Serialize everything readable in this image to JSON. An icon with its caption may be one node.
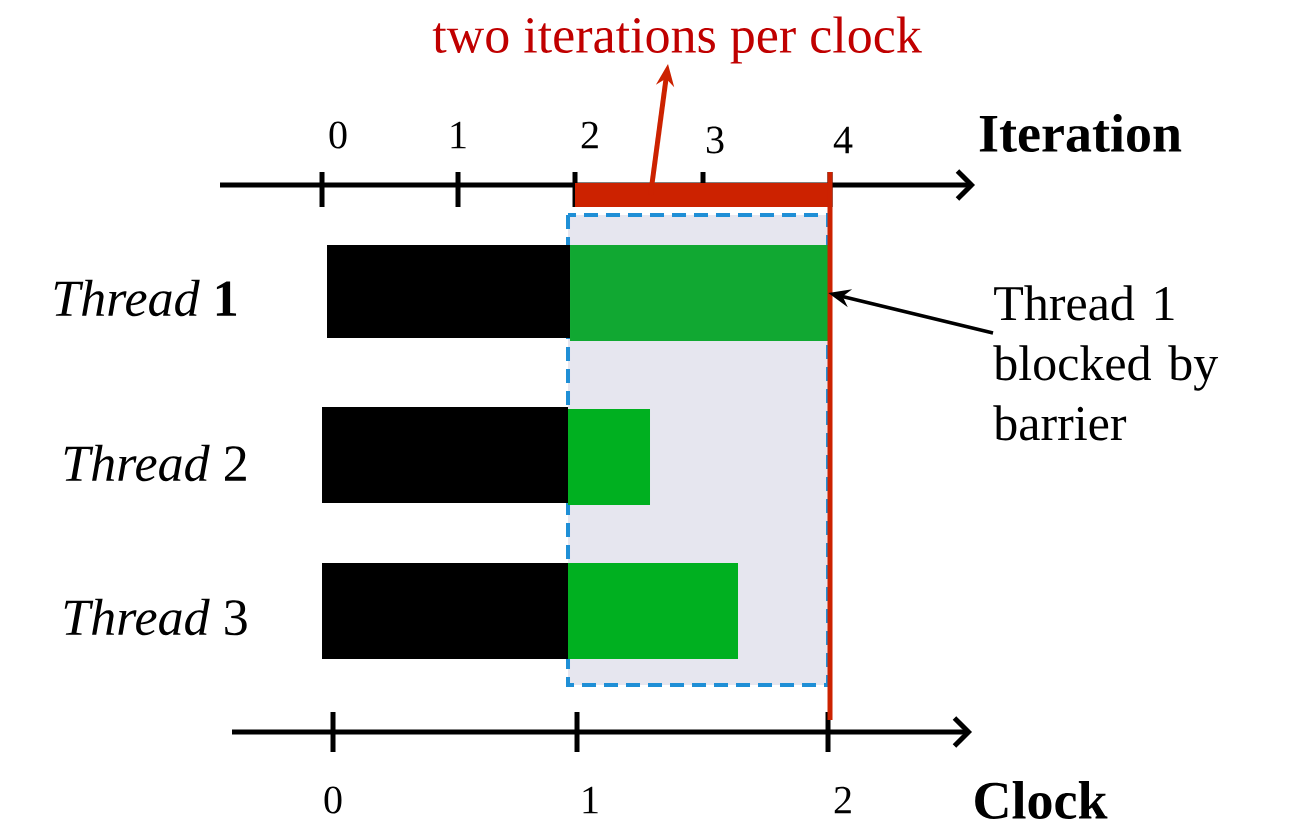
{
  "diagram": {
    "nodes": [
      {
        "text": [
          "two iterations per clock"
        ]
      },
      {
        "text": [],
        "shape": "bar"
      },
      {
        "text": [],
        "shape": "bar"
      },
      {
        "text": [],
        "shape": "bar"
      },
      {
        "text": [
          "Thread 1 blocked by barrier"
        ]
      },
      {
        "text": [],
        "shape": "bar"
      },
      {
        "text": [],
        "shape": "bar"
      },
      {
        "text": [],
        "shape": "bar"
      },
      {
        "text": [],
        "shape": "bar"
      }
    ],
    "edges": [
      {
        "from": 1,
        "to": 0,
        "arrow": "to",
        "color": "#cc2200"
      },
      {
        "from": 4,
        "to": 3,
        "arrow": "to",
        "color": "#000000"
      }
    ],
    "labels": [
      "0",
      "1",
      "2",
      "3",
      "4",
      "Iteration",
      "*Thread* **1**",
      "*Thread* 2",
      "*Thread* 3",
      "0",
      "1",
      "2",
      "Clock"
    ]
  }
}
